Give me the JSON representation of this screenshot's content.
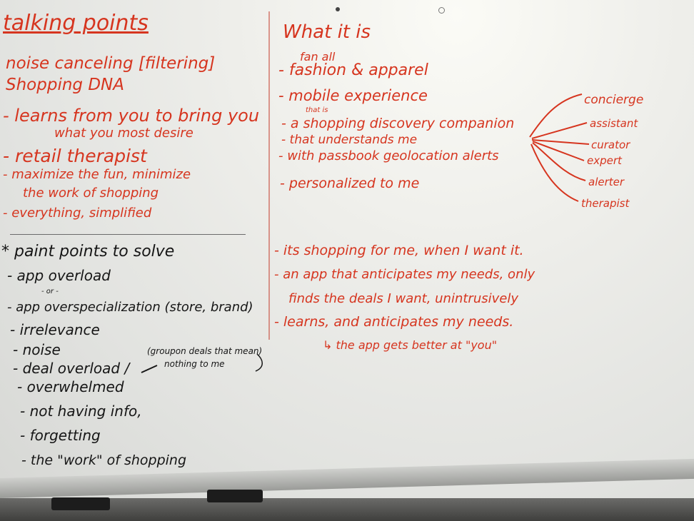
{
  "left_top": {
    "title": "talking points",
    "lines": [
      "noise canceling [filtering]",
      "Shopping DNA",
      "- learns from you to bring you",
      "what you most desire",
      "- retail therapist",
      "- maximize the fun, minimize",
      "the work of shopping",
      "- everything, simplified"
    ]
  },
  "left_bottom": {
    "heading": "* paint points to solve",
    "items": [
      "- app overload",
      "- or -",
      "- app overspecialization (store, brand)",
      "- irrelevance",
      "- noise",
      "- deal overload /",
      "- overwhelmed",
      "- not having info,",
      "- forgetting",
      "- the \"work\" of shopping"
    ],
    "note_line1": "(groupon deals that mean)",
    "note_line2": "nothing to me"
  },
  "right_top": {
    "title": "What it is",
    "items": [
      "fan all",
      "- fashion & apparel",
      "- mobile experience",
      "that is",
      "- a shopping discovery companion",
      "- that understands me",
      "- with passbook geolocation alerts",
      "- personalized to me"
    ]
  },
  "branches": [
    "concierge",
    "assistant",
    "curator",
    "expert",
    "alerter",
    "therapist"
  ],
  "right_bottom": {
    "items": [
      "- its shopping for me, when I want it.",
      "- an app that anticipates my needs, only",
      "finds the deals I want, unintrusively",
      "- learns, and anticipates my needs.",
      "↳ the app gets better at \"you\""
    ]
  },
  "colors": {
    "marker_red": "#d6351f",
    "marker_black": "#161616",
    "board": "#e8e8e4"
  }
}
